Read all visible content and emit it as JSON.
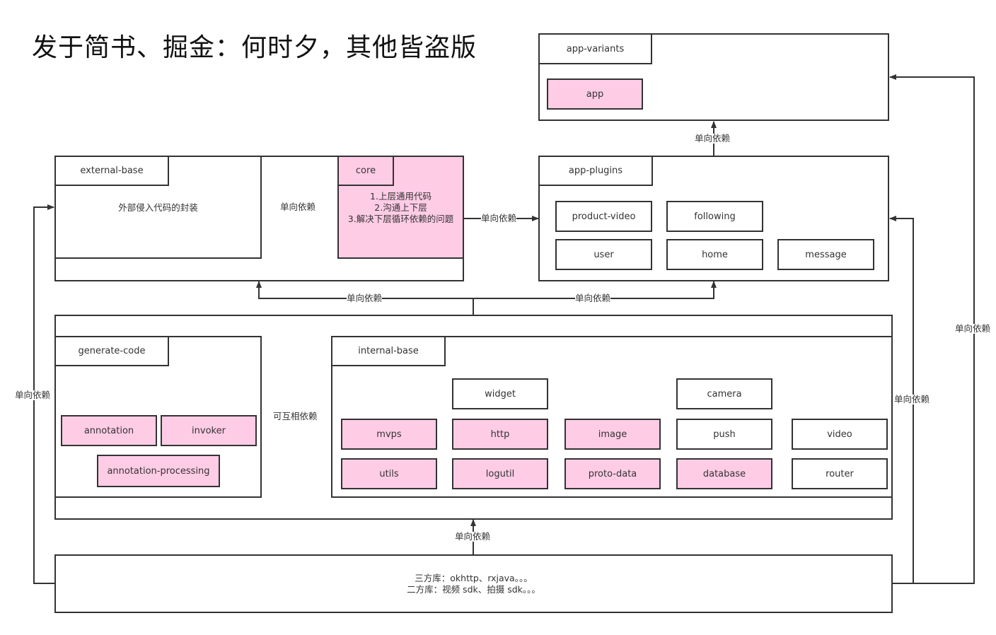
{
  "title": "发于简书、掘金：何时夕，其他皆盗版",
  "colors": {
    "stroke": "#333333",
    "pink": "#ffcce6",
    "background": "#ffffff"
  },
  "edge_label": "单向依赖",
  "mutual_label": "可互相依赖",
  "app_variants": {
    "label": "app-variants",
    "modules": [
      "app"
    ]
  },
  "external_base": {
    "label": "external-base",
    "description": "外部侵入代码的封装"
  },
  "core": {
    "label": "core",
    "description": "1.上层通用代码\n2.沟通上下层\n3.解决下层循环依赖的问题"
  },
  "app_plugins": {
    "label": "app-plugins",
    "modules": [
      "product-video",
      "following",
      "user",
      "home",
      "message"
    ]
  },
  "generate_code": {
    "label": "generate-code",
    "modules": [
      "annotation",
      "invoker",
      "annotation-processing"
    ]
  },
  "internal_base": {
    "label": "internal-base",
    "modules": [
      "widget",
      "camera",
      "mvps",
      "http",
      "image",
      "push",
      "video",
      "utils",
      "logutil",
      "proto-data",
      "database",
      "router"
    ]
  },
  "libraries": {
    "line1": "三方库：okhttp、rxjava。。。",
    "line2": "二方库：视频 sdk、拍摄 sdk。。。"
  }
}
